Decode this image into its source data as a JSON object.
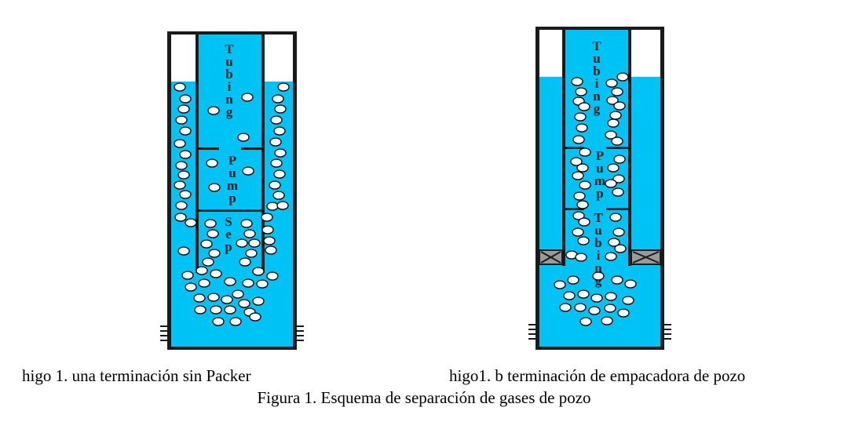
{
  "colors": {
    "fluid": "#00C3F5",
    "wall": "#1a1a1a",
    "packer": "#9a9a9a",
    "bubble": "#ffffff"
  },
  "diagrams": [
    {
      "id": "sin-packer",
      "labels": {
        "tubing": "Tubing",
        "pump": "Pump",
        "sep": "Sep"
      },
      "caption": "higo 1. una terminación sin Packer"
    },
    {
      "id": "con-packer",
      "labels": {
        "tubing_top": "Tubing",
        "pump": "Pump",
        "tubing_bottom": "Tubing"
      },
      "caption": "higo1. b terminación de empacadora de pozo"
    }
  ],
  "figure_caption": "Figura 1. Esquema de separación de gases de pozo"
}
